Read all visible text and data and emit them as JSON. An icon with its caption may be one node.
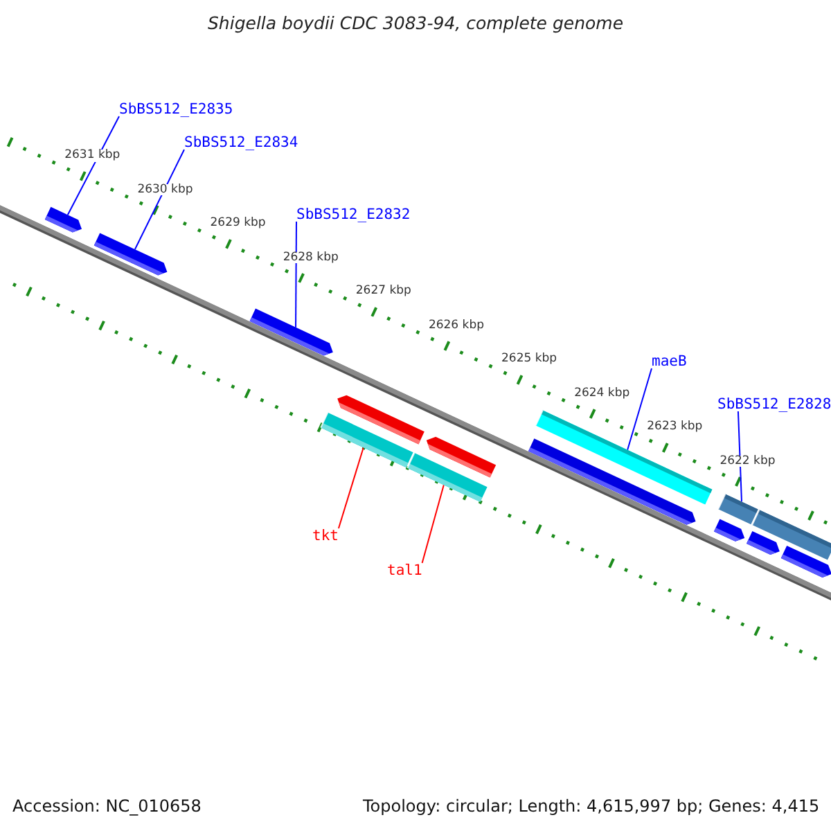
{
  "diagram": {
    "title": "Shigella boydii CDC 3083-94, complete genome",
    "nodes": [
      {
        "text": [
          "SbBS512_E2835"
        ]
      },
      {
        "text": [
          "SbBS512_E2834"
        ]
      },
      {
        "text": [],
        "shape": "arrow"
      },
      {
        "text": [],
        "shape": "arrow"
      },
      {
        "text": [
          "SbBS512_E2832"
        ]
      },
      {
        "text": [],
        "shape": "arrow"
      },
      {
        "text": [],
        "shape": "arrow"
      },
      {
        "text": [],
        "shape": "bar"
      },
      {
        "text": [],
        "shape": "bar"
      },
      {
        "text": [],
        "shape": "arrow"
      },
      {
        "text": [
          "tkt"
        ]
      },
      {
        "text": [
          "tal1"
        ]
      },
      {
        "text": [
          "maeB"
        ]
      },
      {
        "text": [],
        "shape": "bar"
      },
      {
        "text": [],
        "shape": "arrow"
      },
      {
        "text": [
          "SbBS512_E2828"
        ]
      },
      {
        "text": [],
        "shape": "bar"
      },
      {
        "text": [],
        "shape": "bar"
      },
      {
        "text": [],
        "shape": "arrow"
      },
      {
        "text": [],
        "shape": "arrow"
      },
      {
        "text": [],
        "shape": "arrow"
      }
    ],
    "edges": [
      {
        "from": 0,
        "to": 2,
        "arrow": "none"
      },
      {
        "from": 1,
        "to": 3,
        "arrow": "none"
      },
      {
        "from": 4,
        "to": 5,
        "arrow": "none"
      },
      {
        "from": 10,
        "to": 7,
        "arrow": "none",
        "color": "#ff0000"
      },
      {
        "from": 11,
        "to": 8,
        "arrow": "none",
        "color": "#ff0000"
      },
      {
        "from": 12,
        "to": 13,
        "arrow": "none"
      },
      {
        "from": 15,
        "to": 16,
        "arrow": "none"
      }
    ],
    "labels": [
      "2631 kbp",
      "2630 kbp",
      "2629 kbp",
      "2628 kbp",
      "2627 kbp",
      "2626 kbp",
      "2625 kbp",
      "2624 kbp",
      "2623 kbp",
      "2622 kbp",
      "Accession: NC_010658",
      "Topology: circular; Length: 4,615,997 bp; Genes: 4,415"
    ]
  }
}
